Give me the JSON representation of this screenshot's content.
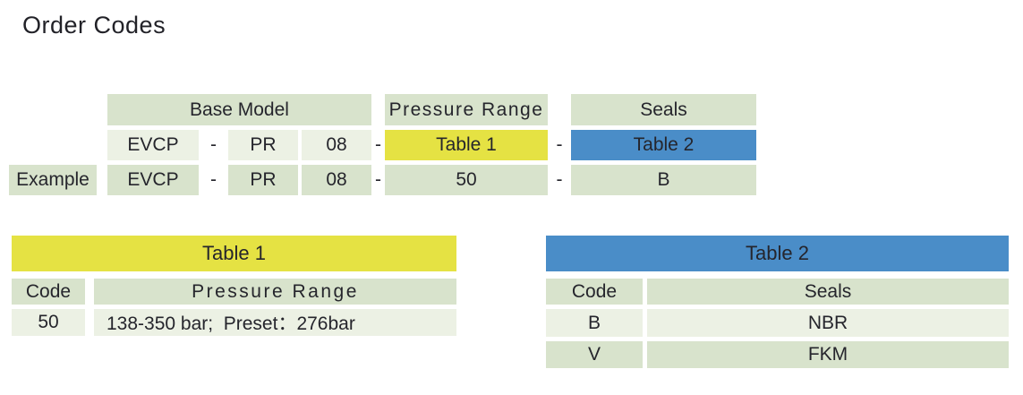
{
  "title": "Order Codes",
  "builder": {
    "headers": {
      "base_model": "Base Model",
      "pressure_range": "Pressure Range",
      "seals": "Seals"
    },
    "separator": "-",
    "code_row": {
      "part1": "EVCP",
      "part2": "PR",
      "part3": "08",
      "pressure_ref": "Table 1",
      "seals_ref": "Table 2"
    },
    "example_row": {
      "label": "Example",
      "part1": "EVCP",
      "part2": "PR",
      "part3": "08",
      "pressure_value": "50",
      "seals_value": "B"
    }
  },
  "table1": {
    "title": "Table 1",
    "columns": [
      "Code",
      "Pressure Range"
    ],
    "rows": [
      [
        "50",
        "138-350 bar;  Preset：276bar"
      ]
    ]
  },
  "table2": {
    "title": "Table 2",
    "columns": [
      "Code",
      "Seals"
    ],
    "rows": [
      [
        "B",
        "NBR"
      ],
      [
        "V",
        "FKM"
      ]
    ]
  },
  "colors": {
    "header_green": "#d8e3cc",
    "row_light_green": "#ecf1e4",
    "table1_yellow": "#e5e243",
    "table2_blue": "#4a8dc8",
    "text": "#25252c"
  }
}
